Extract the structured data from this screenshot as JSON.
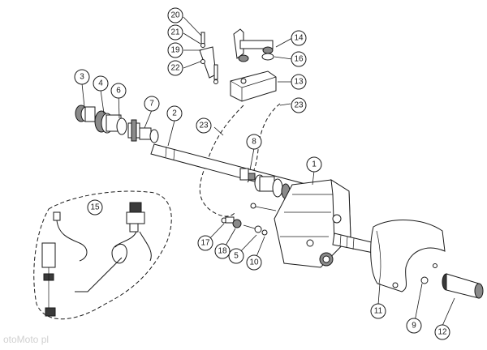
{
  "diagram": {
    "callouts": [
      "1",
      "2",
      "3",
      "4",
      "5",
      "6",
      "7",
      "8",
      "9",
      "10",
      "11",
      "12",
      "13",
      "14",
      "15",
      "16",
      "17",
      "18",
      "19",
      "20",
      "21",
      "22",
      "23"
    ]
  },
  "watermark": "otoMoto pl",
  "colors": {
    "line": "#1a1a1a",
    "shade": "#8a8a8a",
    "dark": "#3a3a3a",
    "background": "#ffffff"
  }
}
